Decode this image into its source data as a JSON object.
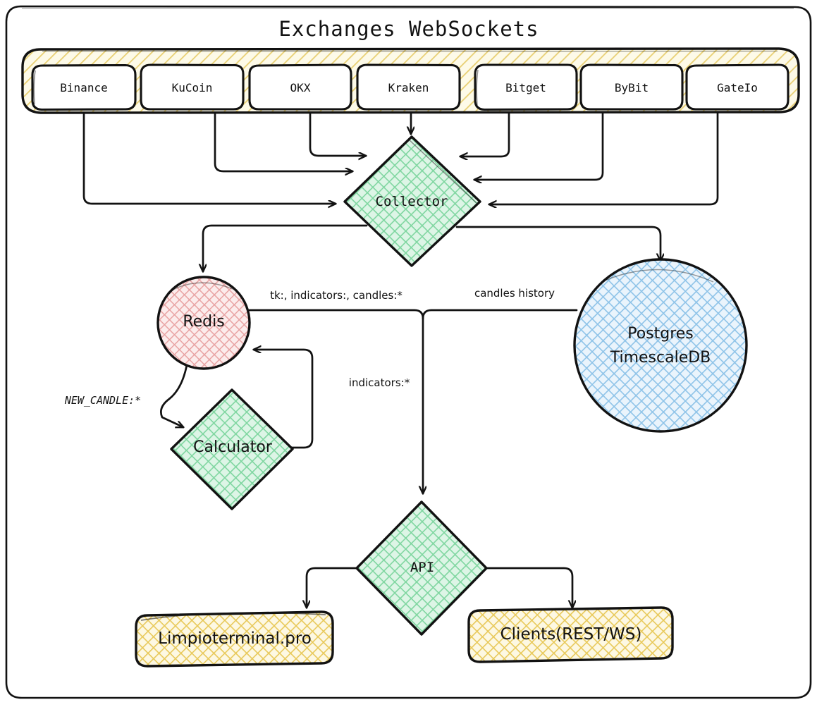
{
  "diagram": {
    "title": "Exchanges WebSockets",
    "style": "hand-drawn sketch architecture diagram",
    "colors": {
      "stroke": "#121212",
      "green_fill": "#d3f0dc",
      "green_hatch": "#7fd6a0",
      "yellow_fill": "#fcf3cf",
      "yellow_hatch": "#e8c95a",
      "pink_fill": "#fbe4e4",
      "pink_hatch": "#e8a3a3",
      "blue_fill": "#e2f0fb",
      "blue_hatch": "#8ec3e8",
      "white_fill": "#ffffff",
      "background": "#ffffff"
    },
    "frame": {
      "label": "outer-frame"
    },
    "exchanges_group": {
      "label": "Exchanges WebSockets",
      "items": [
        {
          "name": "Binance"
        },
        {
          "name": "KuCoin"
        },
        {
          "name": "OKX"
        },
        {
          "name": "Kraken"
        },
        {
          "name": "Bitget"
        },
        {
          "name": "ByBit"
        },
        {
          "name": "GateIo"
        }
      ]
    },
    "nodes": [
      {
        "id": "collector",
        "label": "Collector",
        "shape": "diamond",
        "fill": "green"
      },
      {
        "id": "redis",
        "label": "Redis",
        "shape": "circle",
        "fill": "pink"
      },
      {
        "id": "postgres",
        "label_line1": "Postgres",
        "label_line2": "TimescaleDB",
        "shape": "circle",
        "fill": "blue"
      },
      {
        "id": "calculator",
        "label": "Calculator",
        "shape": "diamond",
        "fill": "green"
      },
      {
        "id": "api",
        "label": "API",
        "shape": "diamond",
        "fill": "green"
      },
      {
        "id": "limpioterminal",
        "label": "Limpioterminal.pro",
        "shape": "rounded-box",
        "fill": "yellow"
      },
      {
        "id": "clients",
        "label": "Clients(REST/WS)",
        "shape": "rounded-box",
        "fill": "yellow"
      }
    ],
    "edge_labels": [
      {
        "id": "redis-to-api",
        "text": "tk:, indicators:, candles:*"
      },
      {
        "id": "postgres-to-api",
        "text": "candles history"
      },
      {
        "id": "calculator-to-redis",
        "text": "indicators:*"
      },
      {
        "id": "redis-to-calculator",
        "text": "NEW_CANDLE:*"
      }
    ]
  }
}
